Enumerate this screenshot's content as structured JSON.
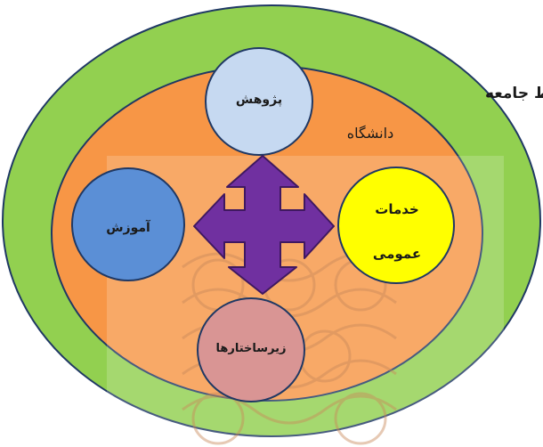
{
  "diagram": {
    "outer_label": "محیط جامعه",
    "middle_label": "دانشگاه",
    "nodes": {
      "research": "پژوهش",
      "education": "آموزش",
      "services_line1": "خدمات",
      "services_line2": "عمومی",
      "infrastructure": "زیرساختارها"
    },
    "colors": {
      "outer": "#92d050",
      "middle": "#f79646",
      "research": "#c6d9f1",
      "education": "#5b8fd6",
      "services": "#ffff00",
      "infrastructure": "#d99594",
      "arrow": "#7030a0",
      "watermark": "#d9b69a"
    }
  }
}
